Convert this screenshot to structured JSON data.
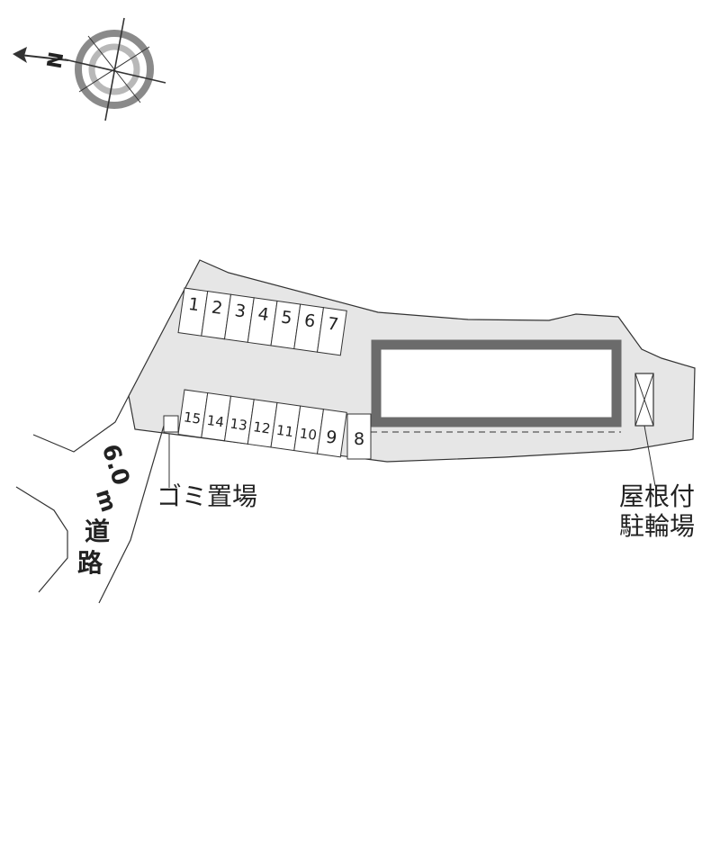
{
  "compass": {
    "north_label": "N"
  },
  "road": {
    "width_label": "6.0",
    "unit_label": "m",
    "name_line1": "道",
    "name_line2": "路"
  },
  "parking": {
    "row_top": [
      "1",
      "2",
      "3",
      "4",
      "5",
      "6",
      "7"
    ],
    "row_bottom": [
      "15",
      "14",
      "13",
      "12",
      "11",
      "10",
      "9",
      "8"
    ]
  },
  "labels": {
    "garbage": "ゴミ置場",
    "bike_line1": "屋根付",
    "bike_line2": "駐輪場"
  },
  "colors": {
    "lot_fill": "#e6e6e6",
    "building_outline": "#6b6b6b",
    "line": "#333333"
  }
}
